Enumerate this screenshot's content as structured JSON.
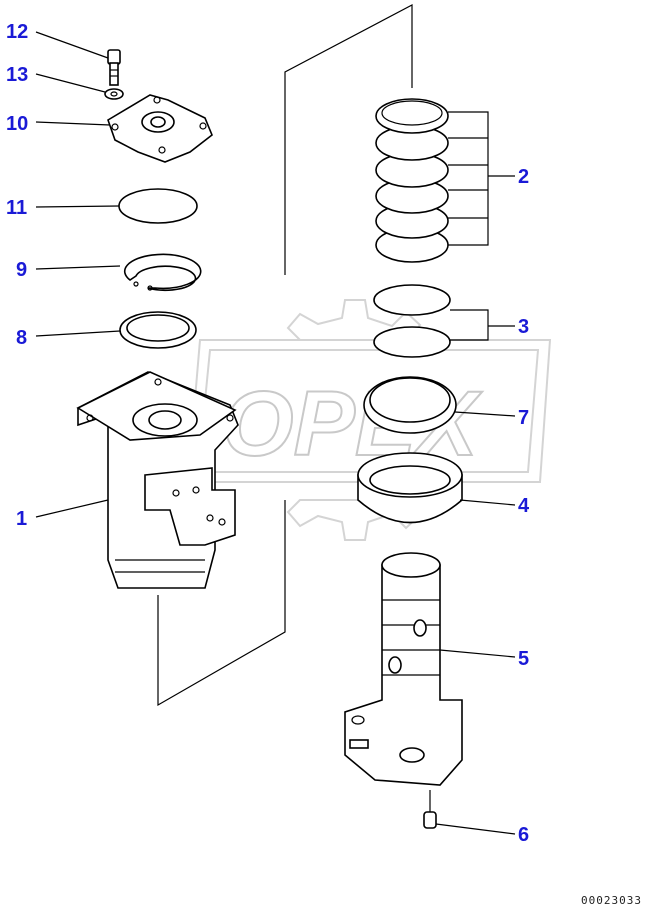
{
  "watermark": {
    "text": "OPEX"
  },
  "drawing_code": "00023033",
  "callouts": [
    {
      "id": "callout-12",
      "number": "12"
    },
    {
      "id": "callout-13",
      "number": "13"
    },
    {
      "id": "callout-10",
      "number": "10"
    },
    {
      "id": "callout-11",
      "number": "11"
    },
    {
      "id": "callout-9",
      "number": "9"
    },
    {
      "id": "callout-8",
      "number": "8"
    },
    {
      "id": "callout-1",
      "number": "1"
    },
    {
      "id": "callout-2",
      "number": "2"
    },
    {
      "id": "callout-3",
      "number": "3"
    },
    {
      "id": "callout-7",
      "number": "7"
    },
    {
      "id": "callout-4",
      "number": "4"
    },
    {
      "id": "callout-5",
      "number": "5"
    },
    {
      "id": "callout-6",
      "number": "6"
    }
  ]
}
